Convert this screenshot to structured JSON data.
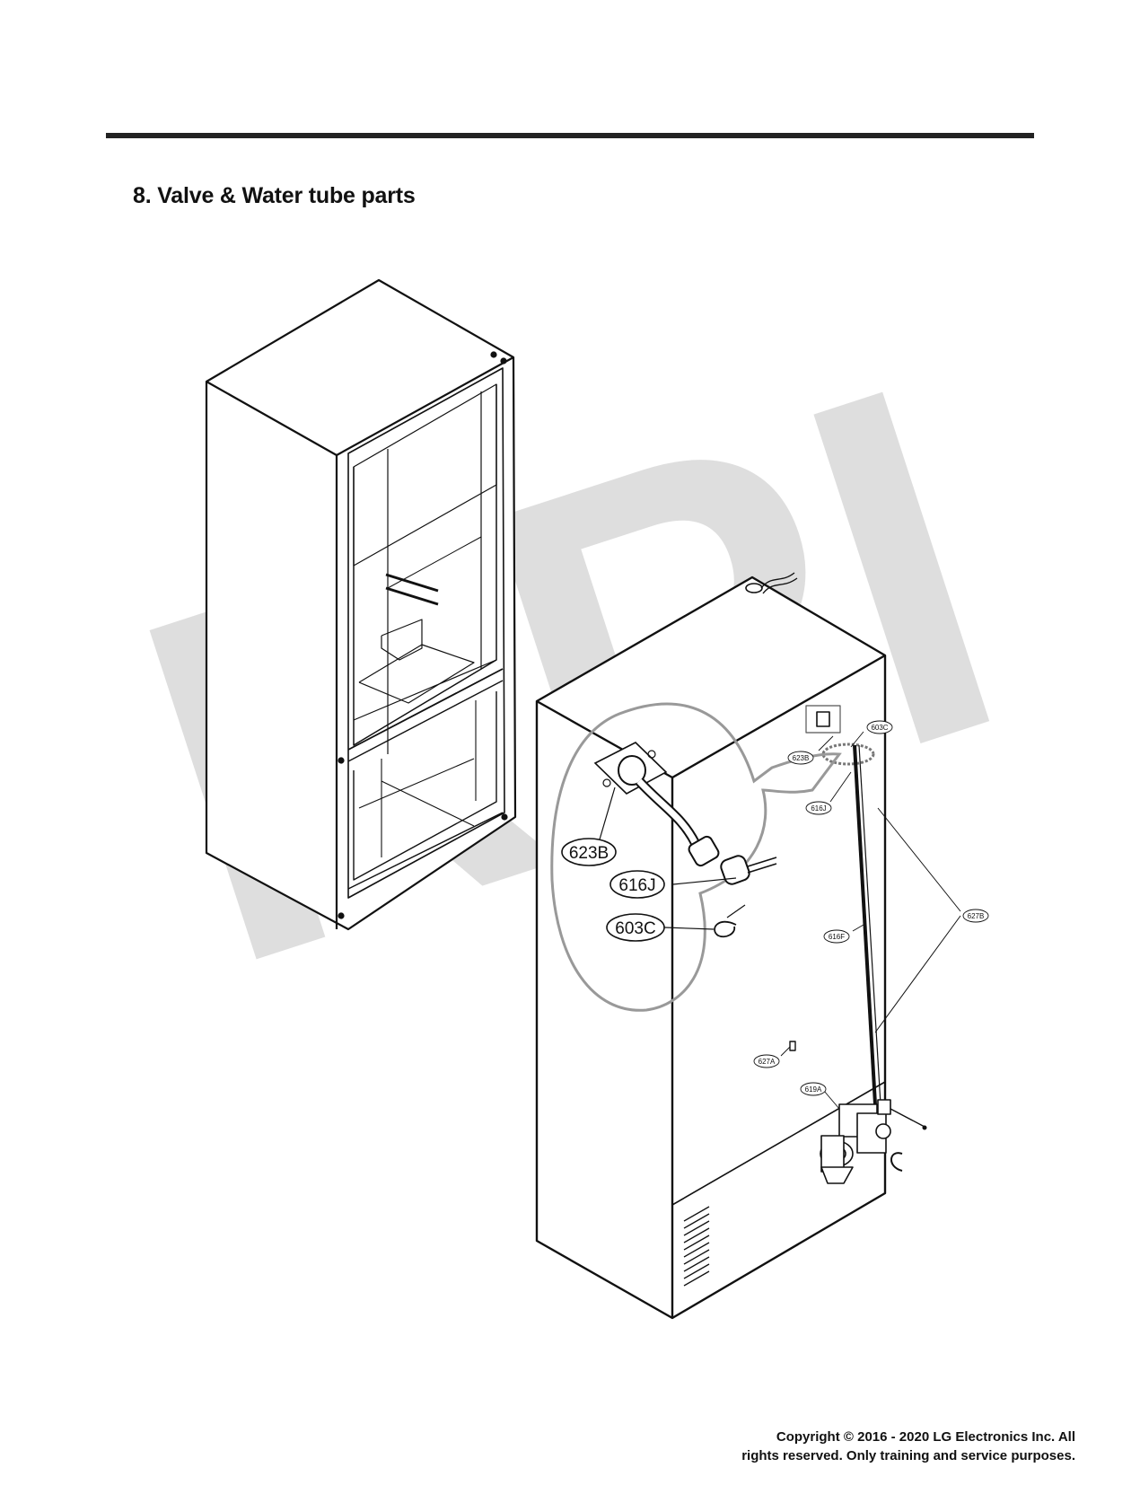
{
  "page": {
    "section_title": "8. Valve & Water tube parts",
    "watermark": "RPI",
    "copyright_line1": "Copyright © 2016 - 2020 LG Electronics Inc. All",
    "copyright_line2": "rights reserved. Only training and service purposes."
  },
  "callouts": {
    "detail": {
      "c623B": "623B",
      "c616J": "616J",
      "c603C": "603C"
    },
    "main": {
      "c603C": "603C",
      "c623B": "623B",
      "c616J": "616J",
      "c616F": "616F",
      "c627B": "627B",
      "c627A": "627A",
      "c619A": "619A"
    }
  }
}
